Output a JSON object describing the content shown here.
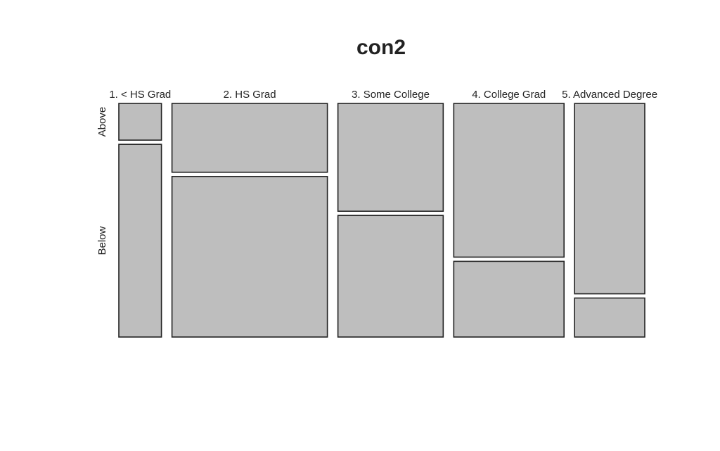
{
  "chart_data": {
    "type": "mosaic",
    "title": "con2",
    "x_categories": [
      "1. < HS Grad",
      "2. HS Grad",
      "3. Some College",
      "4. College Grad",
      "5. Advanced Degree"
    ],
    "y_categories": [
      "Above",
      "Below"
    ],
    "column_share": [
      0.085,
      0.31,
      0.21,
      0.22,
      0.14
    ],
    "above_share_within_column": [
      0.16,
      0.3,
      0.47,
      0.67,
      0.83
    ],
    "below_share_within_column": [
      0.84,
      0.7,
      0.53,
      0.33,
      0.17
    ],
    "tile_fill": "#bebebe",
    "tile_border": "#222222"
  }
}
